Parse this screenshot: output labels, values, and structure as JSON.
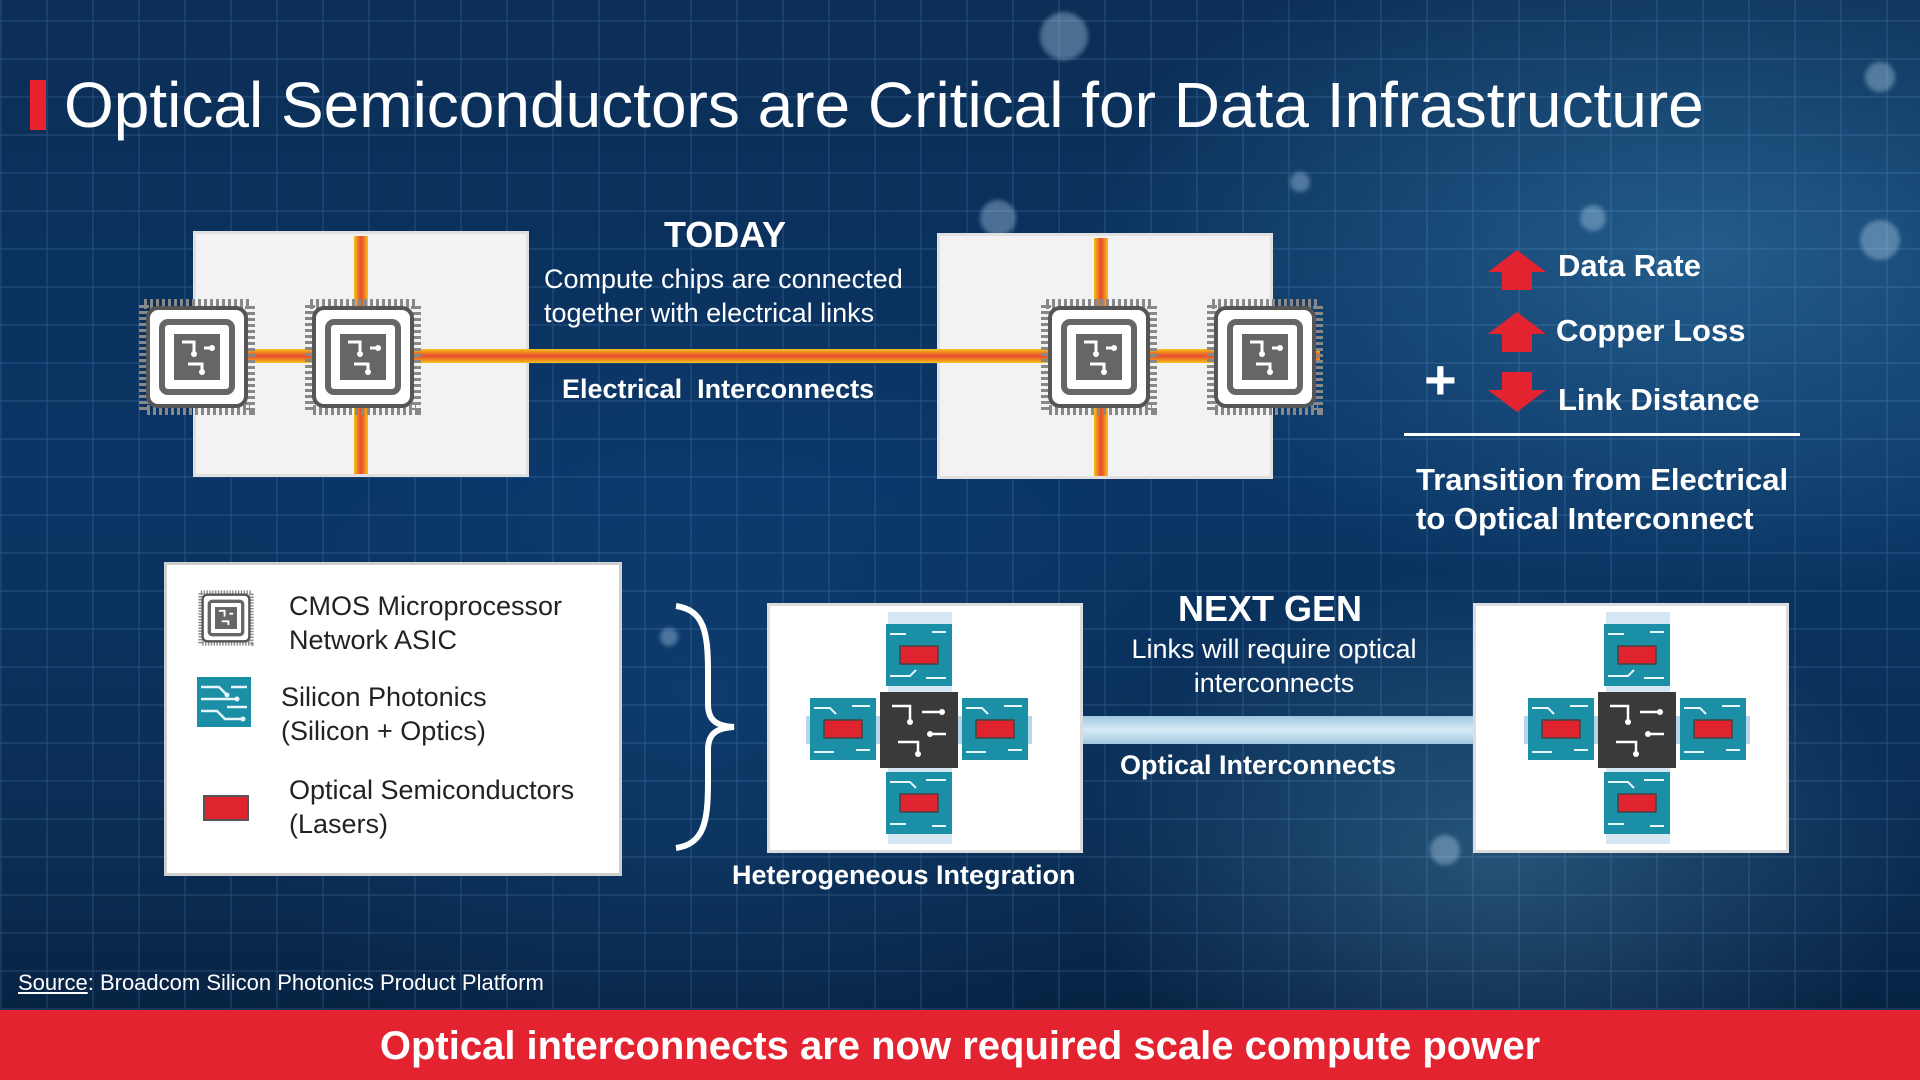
{
  "title": "Optical Semiconductors are Critical for Data Infrastructure",
  "today": {
    "heading": "TODAY",
    "subtitle_line1": "Compute chips are connected",
    "subtitle_line2": "together with electrical links",
    "link_label": "Electrical  Interconnects"
  },
  "trends": {
    "items": [
      {
        "direction": "up",
        "label": "Data Rate"
      },
      {
        "direction": "up",
        "label": "Copper Loss"
      },
      {
        "direction": "down",
        "label": "Link Distance"
      }
    ],
    "plus": "+",
    "conclusion_line1": "Transition from Electrical",
    "conclusion_line2": "to Optical Interconnect"
  },
  "legend": {
    "items": [
      {
        "icon": "cmos-chip-icon",
        "line1": "CMOS Microprocessor",
        "line2": "Network ASIC"
      },
      {
        "icon": "silicon-photonics-icon",
        "line1": "Silicon Photonics",
        "line2": "(Silicon + Optics)"
      },
      {
        "icon": "laser-icon",
        "line1": "Optical Semiconductors",
        "line2": "(Lasers)"
      }
    ]
  },
  "next_gen": {
    "heading": "NEXT GEN",
    "subtitle_line1": "Links will require optical",
    "subtitle_line2": "interconnects",
    "link_label": "Optical Interconnects",
    "integration_label": "Heterogeneous Integration"
  },
  "source": {
    "prefix": "Source",
    "text": ": Broadcom Silicon Photonics Product Platform"
  },
  "footer": "Optical interconnects are now required scale compute power",
  "colors": {
    "accent_red": "#e32330",
    "trace_orange": "#e8532b",
    "trace_yellow": "#f7c21a",
    "photonics_teal": "#1a8fa6",
    "laser_red": "#e0242f",
    "background_blue": "#0a3565"
  }
}
